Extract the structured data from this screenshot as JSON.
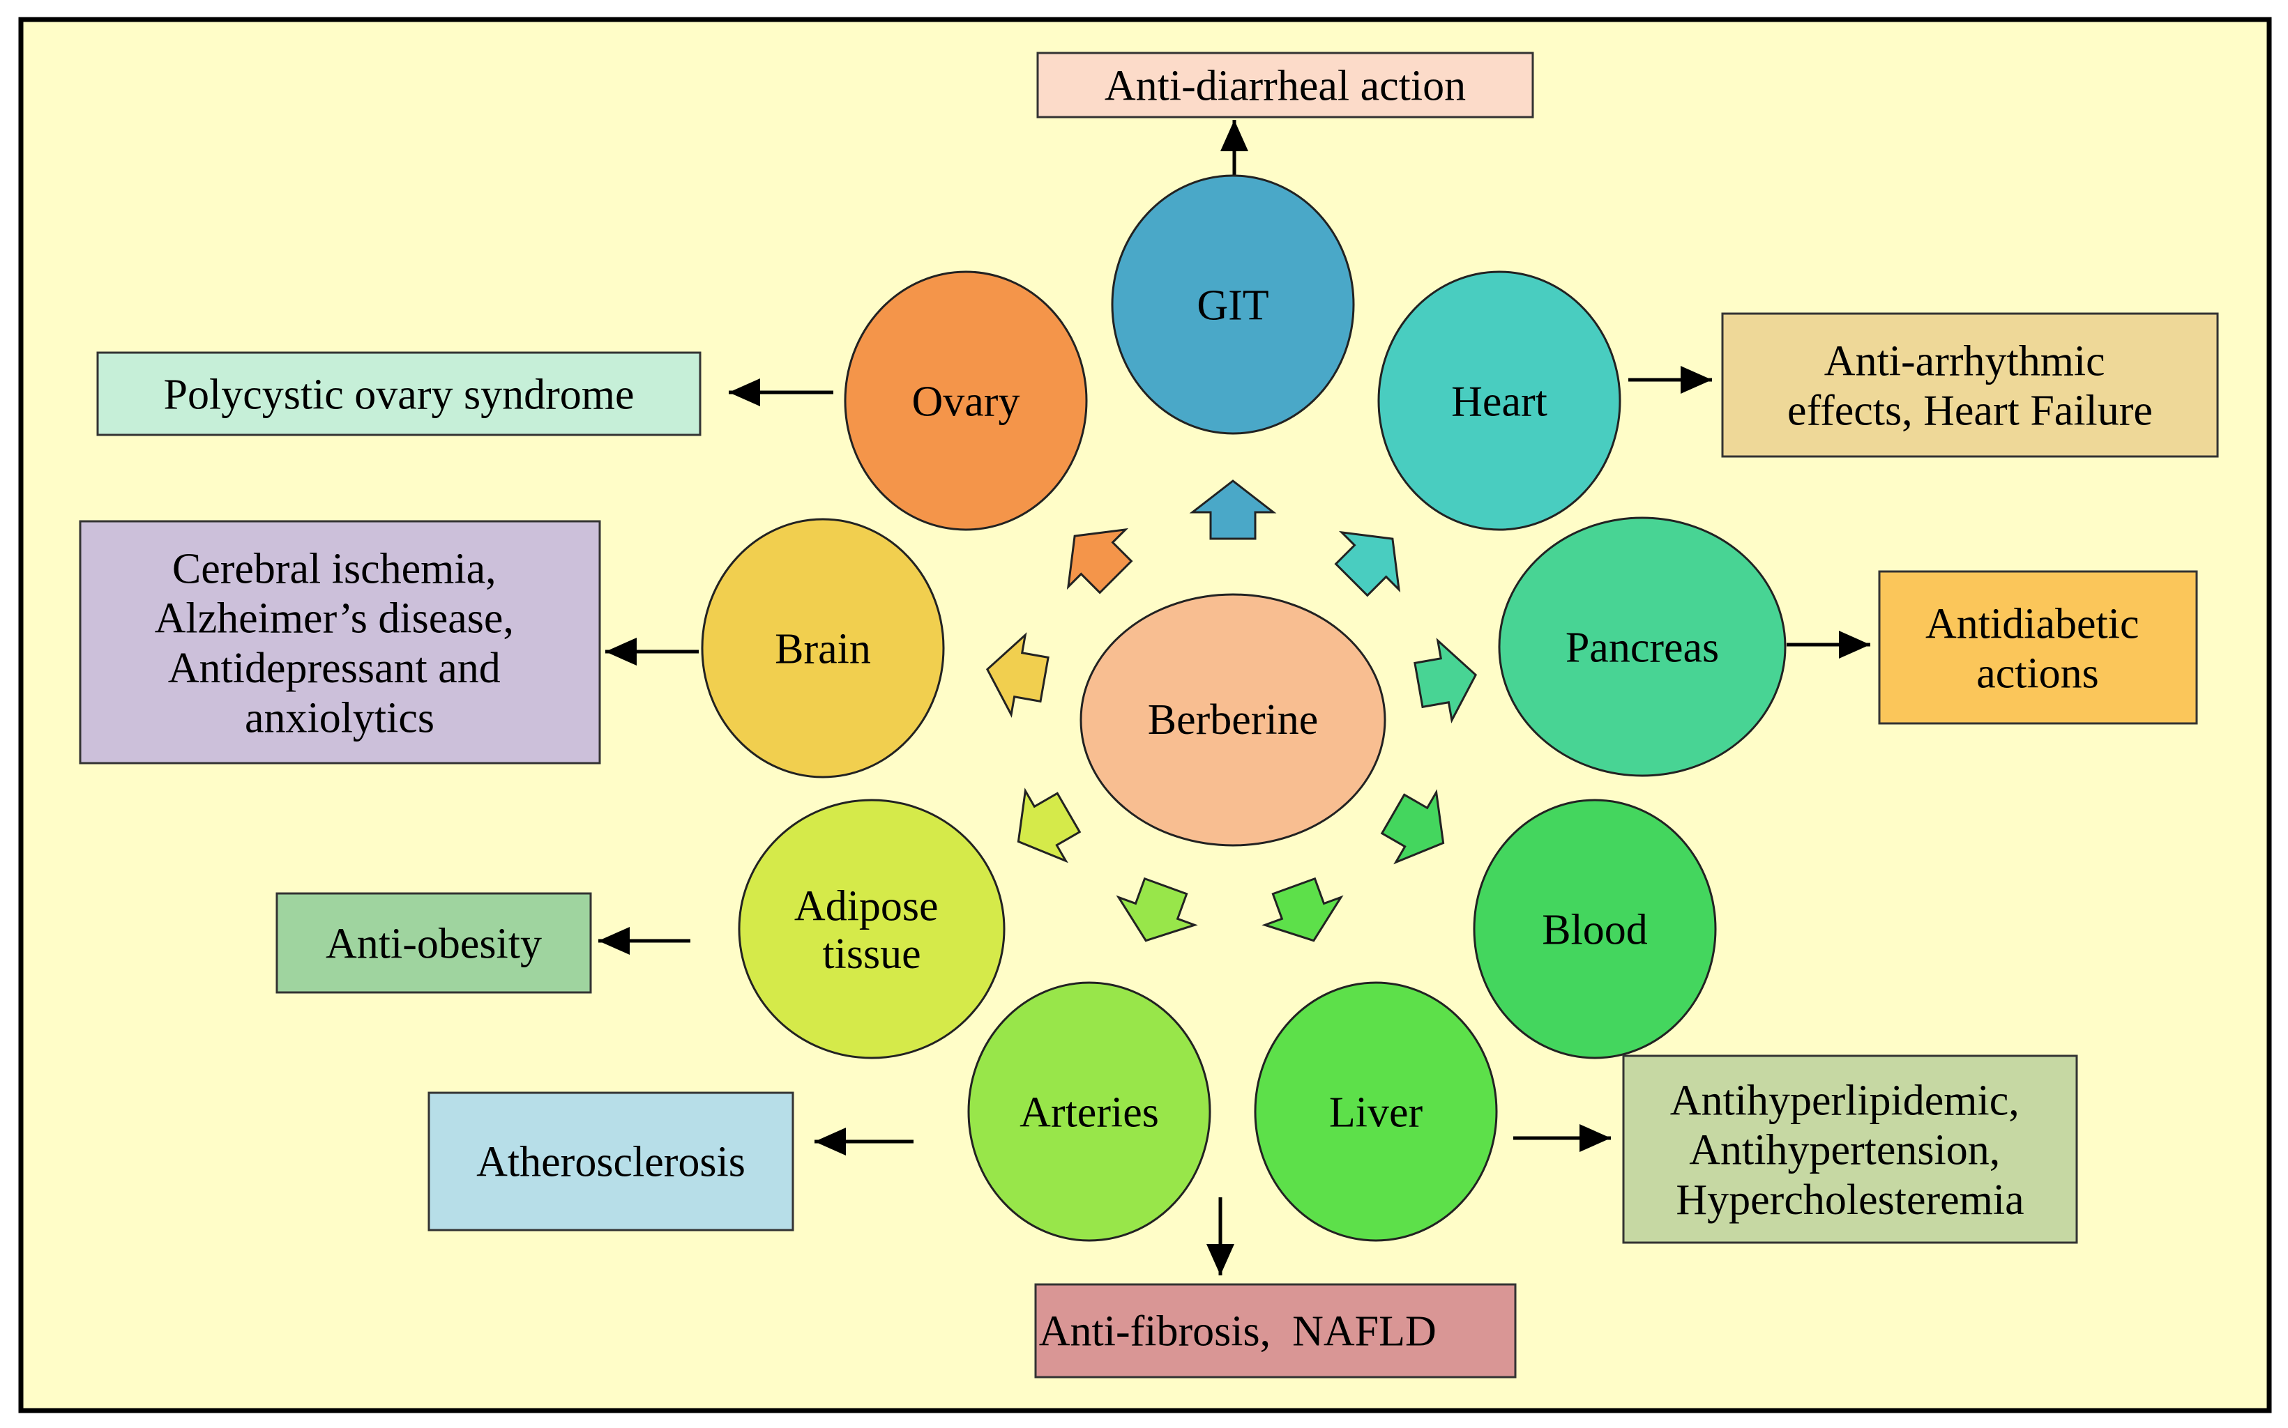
{
  "center": {
    "label": "Berberine",
    "color": "#F8BE91"
  },
  "organs": [
    {
      "id": "git",
      "label": [
        "GIT"
      ],
      "color": "#4AA8C8"
    },
    {
      "id": "heart",
      "label": [
        "Heart"
      ],
      "color": "#49CDC0"
    },
    {
      "id": "pancreas",
      "label": [
        "Pancreas"
      ],
      "color": "#48D494"
    },
    {
      "id": "blood",
      "label": [
        "Blood"
      ],
      "color": "#44D65E"
    },
    {
      "id": "liver",
      "label": [
        "Liver"
      ],
      "color": "#5DE04A"
    },
    {
      "id": "arteries",
      "label": [
        "Arteries"
      ],
      "color": "#98E64A"
    },
    {
      "id": "adipose",
      "label": [
        "Adipose",
        "tissue"
      ],
      "color": "#D5EA4A"
    },
    {
      "id": "brain",
      "label": [
        "Brain"
      ],
      "color": "#F1CF4F"
    },
    {
      "id": "ovary",
      "label": [
        "Ovary"
      ],
      "color": "#F4954A"
    }
  ],
  "effects": [
    {
      "id": "git",
      "lines": [
        "Anti-diarrheal action"
      ],
      "color": "#FCDBC9"
    },
    {
      "id": "heart",
      "lines": [
        "Anti-arrhythmic",
        "effects, Heart Failure"
      ],
      "color": "#EED898"
    },
    {
      "id": "pancreas",
      "lines": [
        "Antidiabetic",
        "actions"
      ],
      "color": "#FBC65A"
    },
    {
      "id": "liver",
      "lines": [
        "Antihyperlipidemic,",
        "Antihypertension,",
        "Hypercholesteremia"
      ],
      "color": "#C6D8A3"
    },
    {
      "id": "arteries",
      "lines": [
        "Anti-fibrosis,  NAFLD"
      ],
      "color": "#D99695"
    },
    {
      "id": "atherosclerosis",
      "lines": [
        "Atherosclerosis"
      ],
      "color": "#B7DEE8"
    },
    {
      "id": "adipose",
      "lines": [
        "Anti-obesity"
      ],
      "color": "#9FD49F"
    },
    {
      "id": "brain",
      "lines": [
        "Cerebral ischemia,",
        "Alzheimer’s disease,",
        "Antidepressant and",
        "anxiolytics"
      ],
      "color": "#CCC0DA"
    },
    {
      "id": "ovary",
      "lines": [
        "Polycystic ovary syndrome"
      ],
      "color": "#C6EFD8"
    }
  ],
  "colors": {
    "background": "#FFFDC8",
    "border": "#000000",
    "text": "#000000"
  }
}
